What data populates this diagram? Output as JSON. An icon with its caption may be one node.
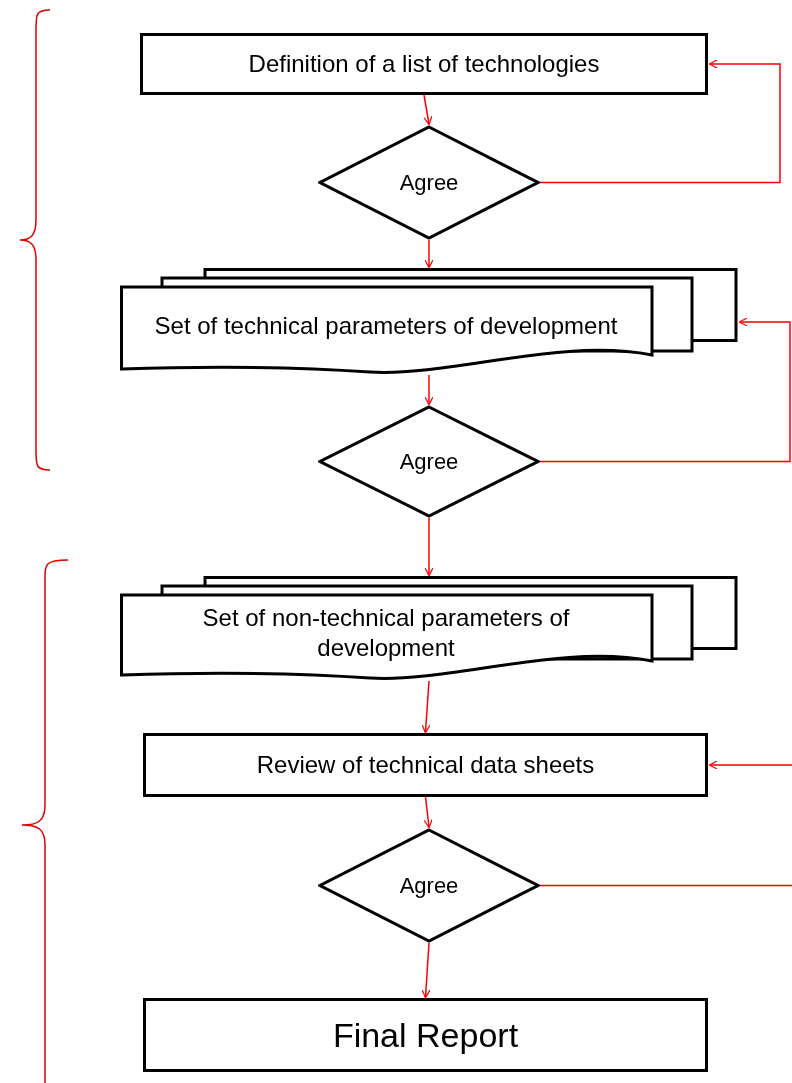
{
  "diagram": {
    "nodes": [
      {
        "text": [
          "Definition of  a list of technologies"
        ]
      },
      {
        "text": [
          "Agree"
        ]
      },
      {
        "text": [
          "Set of technical parameters of development"
        ]
      },
      {
        "text": [
          "Agree"
        ]
      },
      {
        "text": [
          "Set of non-technical  parameters of development"
        ]
      },
      {
        "text": [
          "Review of technical data sheets"
        ]
      },
      {
        "text": [
          "Agree"
        ]
      },
      {
        "text": [
          "Final Report"
        ]
      }
    ],
    "edges": [
      {
        "from": 0,
        "to": 1,
        "arrow": "to"
      },
      {
        "from": 1,
        "to": 0,
        "arrow": "to"
      },
      {
        "from": 1,
        "to": 2,
        "arrow": "to"
      },
      {
        "from": 3,
        "to": 2,
        "arrow": "to"
      },
      {
        "from": 2,
        "to": 3,
        "arrow": "to"
      },
      {
        "from": 3,
        "to": 4,
        "arrow": "to"
      },
      {
        "from": 4,
        "to": 5,
        "arrow": "to"
      },
      {
        "from": 5,
        "to": 6,
        "arrow": "to"
      },
      {
        "from": 6,
        "to": 5,
        "arrow": "to"
      },
      {
        "from": 6,
        "to": 7,
        "arrow": "to"
      }
    ]
  }
}
